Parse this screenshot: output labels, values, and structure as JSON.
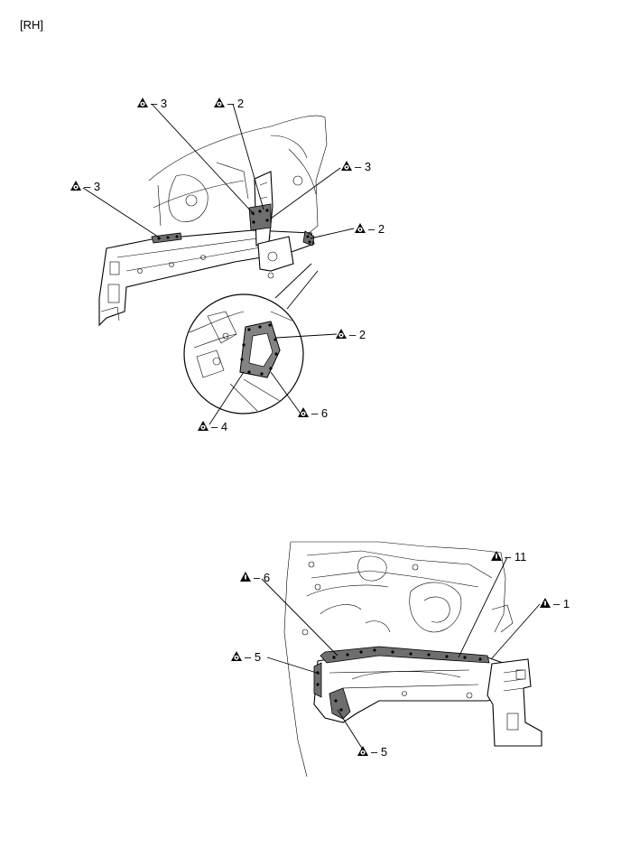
{
  "header": {
    "label": "[RH]"
  },
  "callouts": [
    {
      "id": "c1",
      "symbol": "spot-weld-circle-icon",
      "text": "– 3"
    },
    {
      "id": "c2",
      "symbol": "spot-weld-circle-icon",
      "text": "– 2"
    },
    {
      "id": "c3",
      "symbol": "spot-weld-circle-icon",
      "text": "– 3"
    },
    {
      "id": "c4",
      "symbol": "spot-weld-circle-icon",
      "text": "– 3"
    },
    {
      "id": "c5",
      "symbol": "spot-weld-circle-icon",
      "text": "– 2"
    },
    {
      "id": "c6",
      "symbol": "spot-weld-circle-icon",
      "text": "– 2"
    },
    {
      "id": "c7",
      "symbol": "spot-weld-circle-icon",
      "text": "– 6"
    },
    {
      "id": "c8",
      "symbol": "spot-weld-circle-icon",
      "text": "– 4"
    },
    {
      "id": "c9",
      "symbol": "spot-weld-bar-icon",
      "text": "– 11"
    },
    {
      "id": "c10",
      "symbol": "spot-weld-bar-icon",
      "text": "– 6"
    },
    {
      "id": "c11",
      "symbol": "spot-weld-bar-icon",
      "text": "– 1"
    },
    {
      "id": "c12",
      "symbol": "spot-weld-circle-icon",
      "text": "– 5"
    },
    {
      "id": "c13",
      "symbol": "spot-weld-circle-icon",
      "text": "– 5"
    }
  ],
  "colors": {
    "ink": "#000000",
    "weld_fill": "#6e6e6e",
    "background": "#ffffff"
  }
}
